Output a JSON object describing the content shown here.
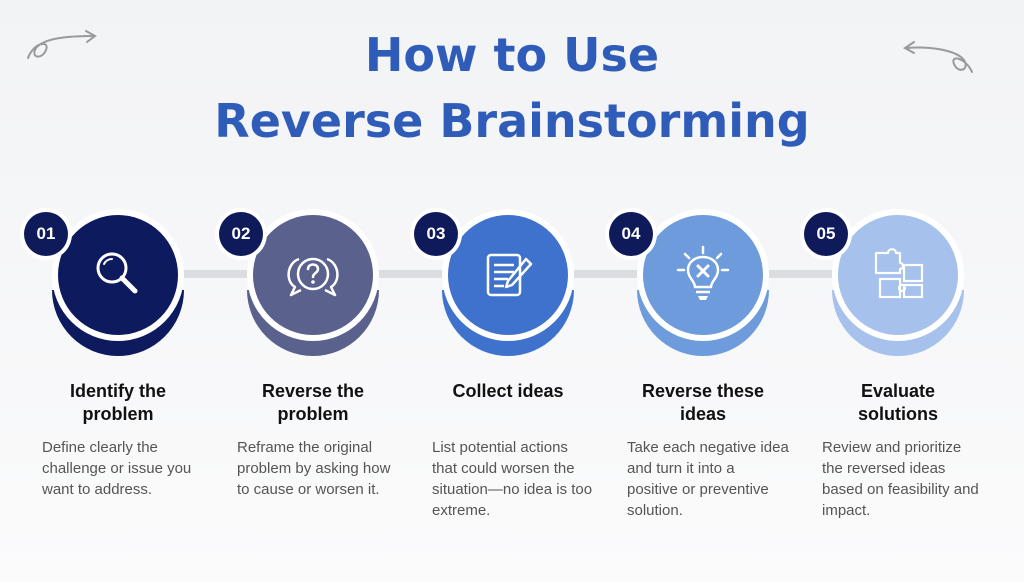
{
  "title": {
    "line1": "How to Use",
    "line2": "Reverse Brainstorming"
  },
  "colors": {
    "title": "#2e5cb8",
    "badge": "#0e1a5a",
    "connector": "#dcdde0"
  },
  "steps": [
    {
      "number": "01",
      "title_line1": "Identify the",
      "title_line2": "problem",
      "description": "Define clearly the challenge or issue you want to address.",
      "icon": "magnifier-icon",
      "color": "#0d1a5e"
    },
    {
      "number": "02",
      "title_line1": "Reverse the",
      "title_line2": "problem",
      "description": "Reframe the original problem by asking how to cause or worsen it.",
      "icon": "question-chat-icon",
      "color": "#5a618d"
    },
    {
      "number": "03",
      "title_line1": "Collect ideas",
      "title_line2": "",
      "description": "List potential actions that could worsen the situation—no idea is too extreme.",
      "icon": "notepad-pen-icon",
      "color": "#3f72cc"
    },
    {
      "number": "04",
      "title_line1": "Reverse these",
      "title_line2": "ideas",
      "description": "Take each negative idea and turn it into a positive or preventive solution.",
      "icon": "lightbulb-x-icon",
      "color": "#6d9bdc"
    },
    {
      "number": "05",
      "title_line1": "Evaluate",
      "title_line2": "solutions",
      "description": "Review and prioritize the reversed ideas based on feasibility and impact.",
      "icon": "puzzle-icon",
      "color": "#a6c1eb"
    }
  ]
}
